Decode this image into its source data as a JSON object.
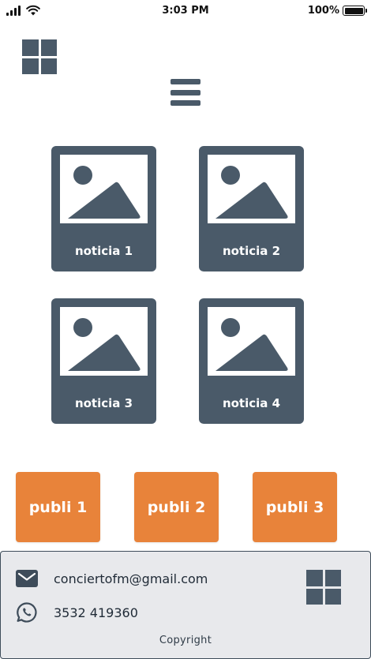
{
  "status_bar": {
    "time": "3:03 PM",
    "battery": "100%"
  },
  "colors": {
    "slate": "#4a5a69",
    "accent": "#e8833a",
    "footer_bg": "#e8e9ec"
  },
  "header": {
    "logo_icon": "grid-logo-icon",
    "menu_icon": "hamburger-menu-icon"
  },
  "news": [
    {
      "label": "noticia 1",
      "icon": "image-placeholder-icon"
    },
    {
      "label": "noticia 2",
      "icon": "image-placeholder-icon"
    },
    {
      "label": "noticia 3",
      "icon": "image-placeholder-icon"
    },
    {
      "label": "noticia 4",
      "icon": "image-placeholder-icon"
    }
  ],
  "ads": [
    {
      "label": "publi 1"
    },
    {
      "label": "publi 2"
    },
    {
      "label": "publi 3"
    }
  ],
  "footer": {
    "email": "conciertofm@gmail.com",
    "email_icon": "mail-icon",
    "phone": "3532 419360",
    "phone_icon": "whatsapp-icon",
    "logo_icon": "grid-logo-icon",
    "copyright": "Copyright"
  }
}
